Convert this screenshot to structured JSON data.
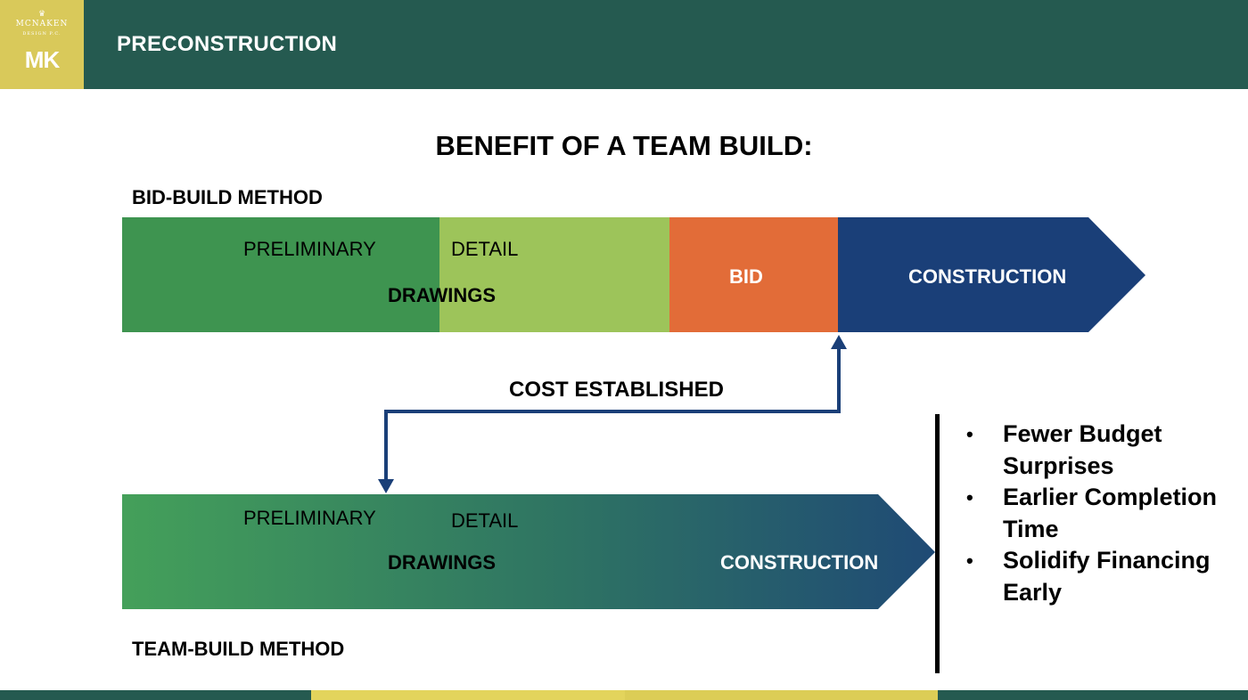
{
  "header": {
    "logo_firm": "MCNAKEN",
    "logo_sub": "DESIGN P.C.",
    "logo_mark": "MK",
    "title": "PRECONSTRUCTION"
  },
  "main_title": "BENEFIT OF A TEAM BUILD:",
  "bid_build": {
    "label": "BID-BUILD METHOD",
    "preliminary": "PRELIMINARY",
    "detail": "DETAIL",
    "drawings": "DRAWINGS",
    "bid": "BID",
    "construction": "CONSTRUCTION"
  },
  "cost_established": "COST ESTABLISHED",
  "team_build": {
    "label": "TEAM-BUILD METHOD",
    "preliminary": "PRELIMINARY",
    "detail": "DETAIL",
    "drawings": "DRAWINGS",
    "construction": "CONSTRUCTION"
  },
  "benefits": [
    "Fewer Budget Surprises",
    "Earlier Completion Time",
    "Solidify Financing Early"
  ],
  "colors": {
    "header_green": "#255a50",
    "logo_gold": "#d9c95a",
    "preliminary_green": "#3e9450",
    "detail_green": "#9dc45a",
    "bid_orange": "#e26c38",
    "construction_blue": "#1a3f78",
    "team_gradient_start": "#44a05a",
    "team_gradient_end": "#1f4a75",
    "arrow_blue": "#1a3f78",
    "footer_yellow": "#e3d45c"
  }
}
